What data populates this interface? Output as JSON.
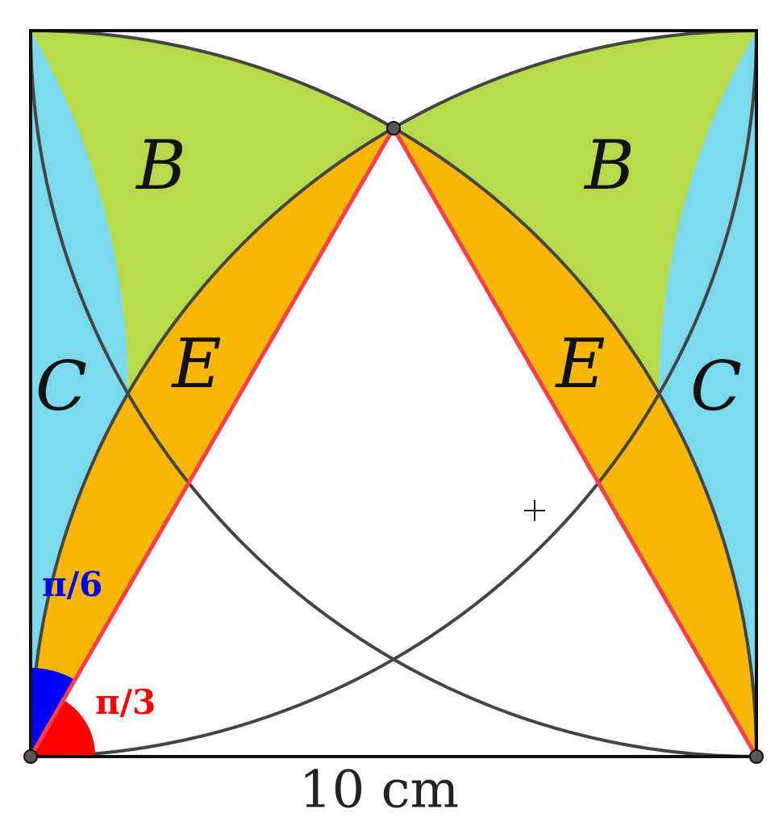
{
  "labels": {
    "B_left": "B",
    "B_right": "B",
    "C_left": "C",
    "C_right": "C",
    "E_left": "E",
    "E_right": "E",
    "angle_blue": "π/6",
    "angle_red": "π/3",
    "side_length": "10 cm"
  },
  "colors": {
    "B_region": "#b5da4c",
    "C_region": "#7ad9ec",
    "E_region": "#f8b705",
    "arc_stroke": "#444444",
    "square_stroke": "#111111",
    "triangle_stroke": "#ff3d4d",
    "angle_blue": "#0000ff",
    "angle_red": "#ff0000",
    "point_fill": "#555555"
  }
}
